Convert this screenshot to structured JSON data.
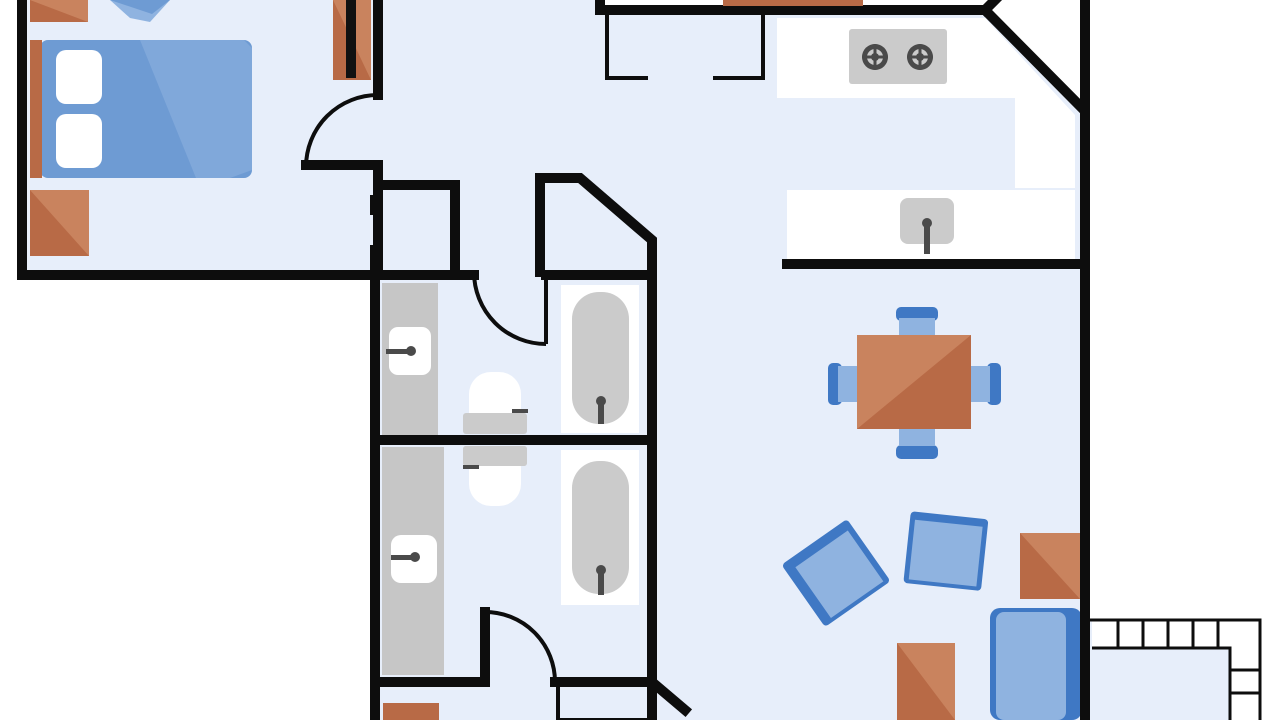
{
  "plan": {
    "colors": {
      "background": "#ffffff",
      "floor": "#e7eefa",
      "wall": "#0d0d0d",
      "counter": "#ffffff",
      "tile": "#c6c6c6",
      "fixture": "#cbcbcb",
      "fixture_dark": "#4a4a4a",
      "wood": "#b86a46",
      "wood_light": "#c9835e",
      "fabric": "#6e9bd3",
      "fabric_light": "#8fb3e0",
      "fabric_dark": "#3f78c4",
      "pillow": "#ffffff"
    },
    "rooms": [
      "bedroom",
      "hallway",
      "kitchen",
      "bathroom-upper",
      "bathroom-lower",
      "dining-living",
      "balcony"
    ],
    "icons": [
      "bed-icon",
      "pillow-icon",
      "nightstand-icon",
      "wardrobe-icon",
      "door-swing-icon",
      "stove-icon",
      "sink-icon",
      "bathtub-icon",
      "toilet-icon",
      "dining-table-icon",
      "chair-icon",
      "armchair-icon",
      "sofa-icon",
      "side-table-icon",
      "coffee-table-icon",
      "railing-icon"
    ]
  }
}
